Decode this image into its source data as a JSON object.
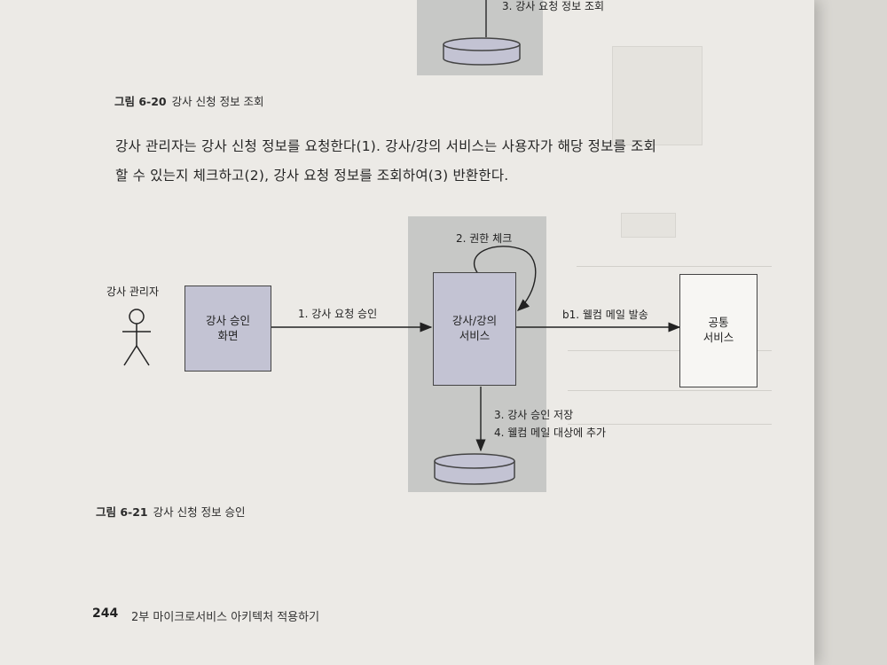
{
  "page": {
    "top_fragment_label": "3. 강사 요청 정보 조회",
    "caption_top_number": "그림 6-20",
    "caption_top_text": "강사 신청 정보 조회",
    "paragraph_lines": [
      "강사 관리자는 강사 신청 정보를 요청한다(1). 강사/강의 서비스는 사용자가 해당 정보를 조회",
      "할 수 있는지 체크하고(2), 강사 요청 정보를 조회하여(3) 반환한다."
    ],
    "caption_bottom_number": "그림 6-21",
    "caption_bottom_text": "강사 신청 정보 승인",
    "footer_page_number": "244",
    "footer_part": "2부 마이크로서비스 아키텍처 적용하기"
  },
  "diagram": {
    "actor_label": "강사 관리자",
    "screen_box": "강사 승인\n화면",
    "service_box": "강사/강의\n서비스",
    "common_box": "공통\n서비스",
    "arrow_1": "1. 강사 요청 승인",
    "loop_2": "2. 권한 체크",
    "arrow_b1": "b1. 웰컴 메일 발송",
    "arrow_3": "3. 강사 승인 저장",
    "arrow_4": "4. 웰컴 메일 대상에 추가"
  },
  "colors": {
    "page_bg": "#eceae6",
    "box_fill": "#c3c3d3",
    "service_zone": "#c7c8c6"
  }
}
